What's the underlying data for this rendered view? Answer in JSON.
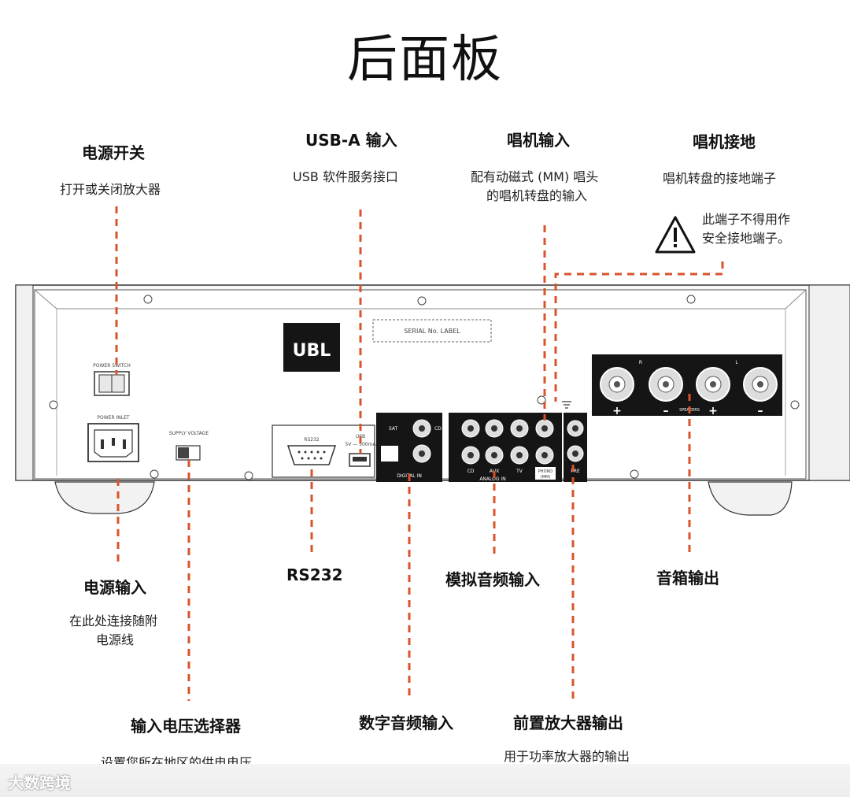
{
  "title": "后面板",
  "callouts": {
    "power_switch": {
      "title": "电源开关",
      "desc": "打开或关闭放大器"
    },
    "usb_a": {
      "title": "USB-A 输入",
      "desc": "USB 软件服务接口"
    },
    "phono_in": {
      "title": "唱机输入",
      "desc_line1": "配有动磁式 (MM) 唱头",
      "desc_line2": "的唱机转盘的输入"
    },
    "phono_ground": {
      "title": "唱机接地",
      "desc": "唱机转盘的接地端子",
      "warning_line1": "此端子不得用作",
      "warning_line2": "安全接地端子。"
    },
    "power_in": {
      "title": "电源输入",
      "desc_line1": "在此处连接随附",
      "desc_line2": "电源线"
    },
    "rs232": {
      "title": "RS232"
    },
    "analog_in": {
      "title": "模拟音频输入"
    },
    "speaker_out": {
      "title": "音箱输出"
    },
    "voltage_select": {
      "title": "输入电压选择器",
      "desc": "设置您所在地区的供电电压。"
    },
    "digital_in": {
      "title": "数字音频输入"
    },
    "preamp_out": {
      "title": "前置放大器输出",
      "desc": "用于功率放大器的输出"
    }
  },
  "panel": {
    "logo": "UBL",
    "serial_label": "SERIAL No. LABEL",
    "power_switch_label": "POWER SWITCH",
    "power_inlet_label": "POWER INLET",
    "supply_voltage_label": "SUPPLY VOLTAGE",
    "rs232_label": "RS232",
    "usb_label": "USB",
    "usb_spec": "5V — 500mA",
    "digital_label": "DIGITAL IN",
    "sat_label": "SAT",
    "cd_label": "CD",
    "aux_label": "AUX",
    "tv_label": "TV",
    "analog_label": "ANALOG IN",
    "phono_label": "PHONO",
    "phono_sub": "(MM)",
    "pre_label": "PRE",
    "speakers_label": "SPEAKERS",
    "r_label": "R",
    "l_label": "L",
    "plus": "+",
    "minus": "–"
  },
  "watermark": "大数跨境",
  "colors": {
    "accent": "#d9532b",
    "panel_black": "#151515",
    "chassis": "#f7f7f7",
    "outline": "#333333"
  }
}
